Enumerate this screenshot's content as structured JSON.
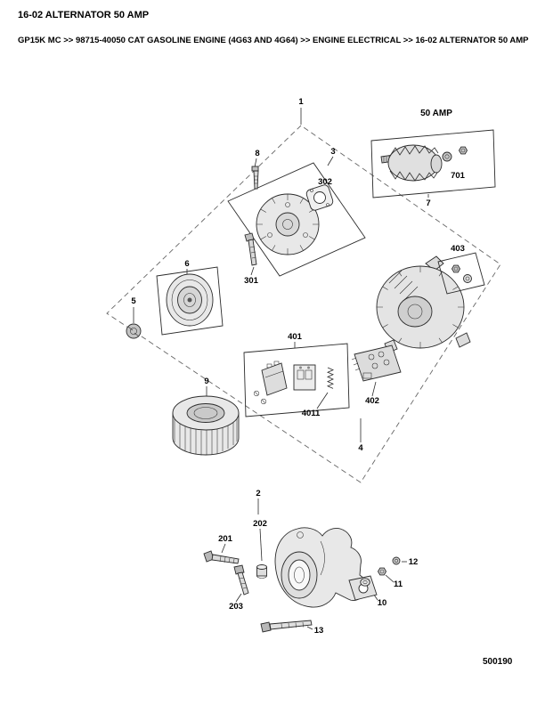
{
  "page": {
    "title": "16-02 ALTERNATOR 50 AMP",
    "breadcrumb": "GP15K MC >> 98715-40050 CAT GASOLINE ENGINE (4G63 AND 4G64) >> ENGINE ELECTRICAL >> 16-02 ALTERNATOR 50 AMP",
    "figure_number": "500190"
  },
  "diagram": {
    "assembly_label": "50 AMP",
    "callouts": {
      "c1": "1",
      "c2": "2",
      "c3": "3",
      "c4": "4",
      "c5": "5",
      "c6": "6",
      "c7": "7",
      "c8": "8",
      "c9": "9",
      "c10": "10",
      "c11": "11",
      "c12": "12",
      "c13": "13",
      "c201": "201",
      "c202": "202",
      "c203": "203",
      "c301": "301",
      "c302": "302",
      "c401": "401",
      "c402": "402",
      "c403": "403",
      "c4011": "4011",
      "c701": "701"
    }
  }
}
